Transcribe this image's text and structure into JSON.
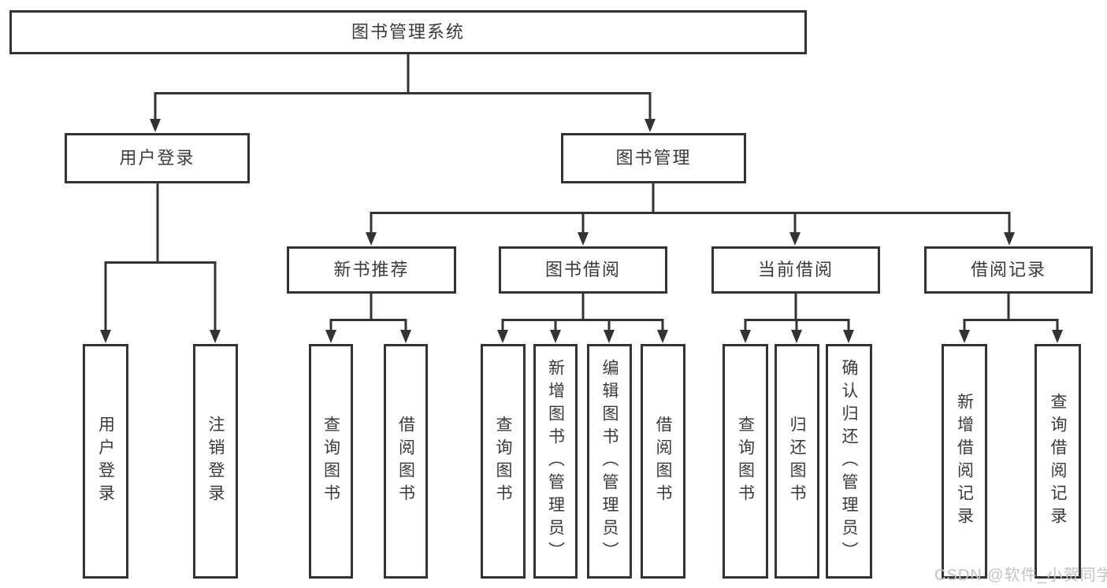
{
  "diagram": {
    "root": {
      "label": "图书管理系统"
    },
    "level2": {
      "user_login": {
        "label": "用户登录"
      },
      "book_mgmt": {
        "label": "图书管理"
      }
    },
    "level3": {
      "new_book_rec": {
        "label": "新书推荐"
      },
      "book_borrow": {
        "label": "图书借阅"
      },
      "current_borrow": {
        "label": "当前借阅"
      },
      "borrow_records": {
        "label": "借阅记录"
      }
    },
    "leaves": {
      "user_login_leaf": {
        "label": "用户登录"
      },
      "logout_leaf": {
        "label": "注销登录"
      },
      "nb_query": {
        "label": "查询图书"
      },
      "nb_borrow": {
        "label": "借阅图书"
      },
      "bb_query": {
        "label": "查询图书"
      },
      "bb_add": {
        "label": "新增图书（管理员）"
      },
      "bb_edit": {
        "label": "编辑图书（管理员）"
      },
      "bb_borrow": {
        "label": "借阅图书"
      },
      "cb_query": {
        "label": "查询图书"
      },
      "cb_return": {
        "label": "归还图书"
      },
      "cb_confirm": {
        "label": "确认归还（管理员）"
      },
      "br_add": {
        "label": "新增借阅记录"
      },
      "br_query": {
        "label": "查询借阅记录"
      }
    }
  },
  "watermark": {
    "text": "CSDN @软件_小贺同学"
  },
  "colors": {
    "line": "#333333",
    "text": "#3a3a3a",
    "background": "#ffffff",
    "watermark": "#c2c2c2"
  }
}
